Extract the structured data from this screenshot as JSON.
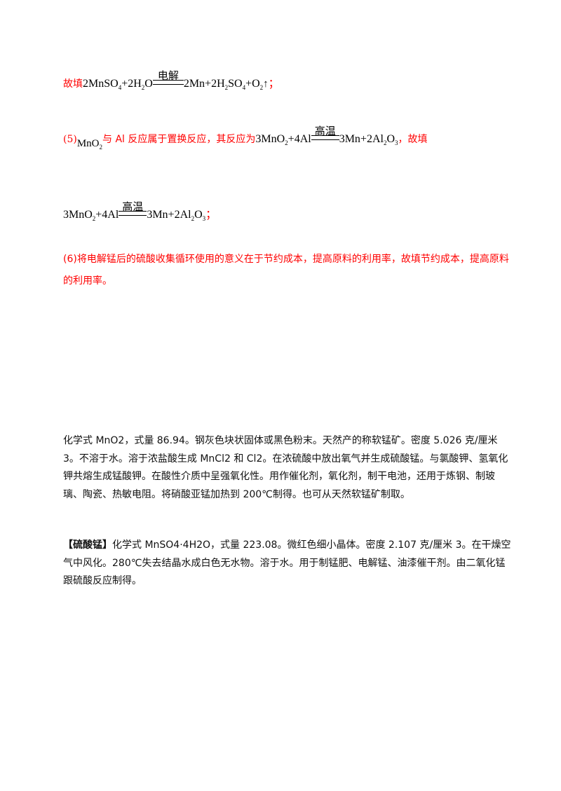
{
  "section4": {
    "prefix": "故填",
    "reactant1": "2MnSO",
    "r1_sub": "4",
    "reactant2": "+2H",
    "r2_sub": "2",
    "r2_tail": "O",
    "condition": "电解",
    "product1": "2Mn+2H",
    "p1_sub": "2",
    "p1_mid": "SO",
    "p1_sub2": "4",
    "product2": "+O",
    "p2_sub": "2",
    "arrow": "↑",
    "suffix": "；"
  },
  "section5": {
    "label": "(5)",
    "compound": "MnO",
    "compound_sub": "2",
    "text": "与 Al 反应属于置换反应，其反应为",
    "eq_left": "3MnO",
    "eq_left_sub": "2",
    "eq_left_tail": "+4Al",
    "condition": "高温",
    "eq_right": "3Mn+2Al",
    "eq_right_sub": "2",
    "eq_right_mid": "O",
    "eq_right_sub2": "3",
    "suffix": "，故填",
    "answer_suffix": "；"
  },
  "section6": {
    "text": "(6)将电解锰后的硫酸收集循环使用的意义在于节约成本，提高原料的利用率，故填节约成本，提高原料的利用率。"
  },
  "notes": {
    "mno2": "化学式 MnO2，式量 86.94。钢灰色块状固体或黑色粉末。天然产的称软锰矿。密度 5.026 克/厘米 3。不溶于水。溶于浓盐酸生成 MnCl2 和 Cl2。在浓硫酸中放出氧气并生成硫酸锰。与氯酸钾、氢氧化钾共熔生成锰酸钾。在酸性介质中呈强氧化性。用作催化剂，氧化剂，制干电池，还用于炼钢、制玻璃、陶瓷、热敏电阻。将硝酸亚锰加热到 200℃制得。也可从天然软锰矿制取。",
    "mnso4_title": "【硫酸锰】",
    "mnso4": "化学式 MnSO4·4H2O，式量 223.08。微红色细小晶体。密度 2.107 克/厘米 3。在干燥空气中风化。280℃失去结晶水成白色无水物。溶于水。用于制锰肥、电解锰、油漆催干剂。由二氧化锰跟硫酸反应制得。"
  }
}
